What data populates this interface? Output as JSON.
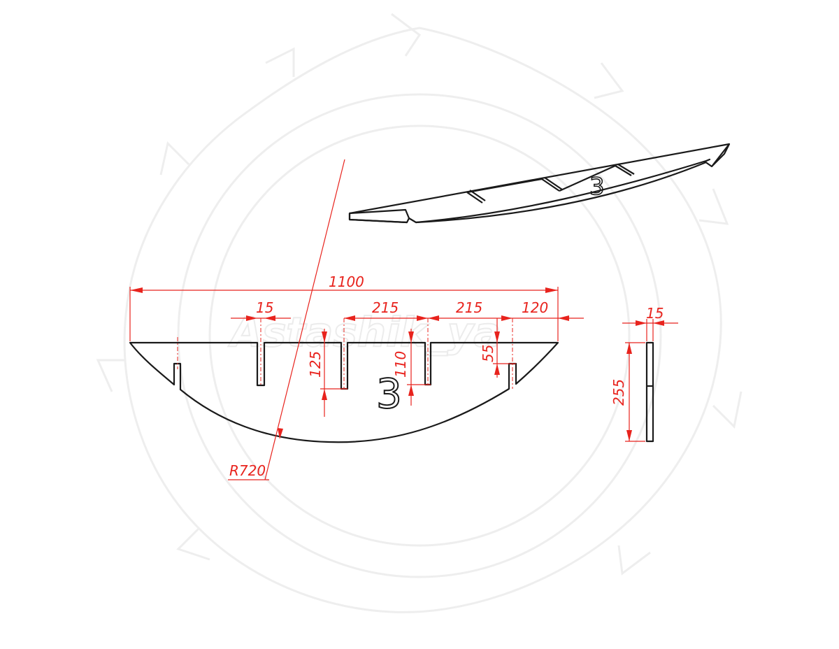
{
  "watermark": {
    "text": "Astashik_ya"
  },
  "part": {
    "label": "3"
  },
  "dimensions": {
    "overall_length": "1100",
    "slot_width": "15",
    "spacing_1": "215",
    "spacing_2": "215",
    "end_offset": "120",
    "slot_depth_long": "125",
    "slot_depth_mid": "110",
    "slot_depth_short": "55",
    "radius": "R720",
    "thickness": "15",
    "height": "255"
  },
  "colors": {
    "outline": "#1a1a1a",
    "dimension": "#e8231d",
    "watermark": "#eeeeee"
  }
}
